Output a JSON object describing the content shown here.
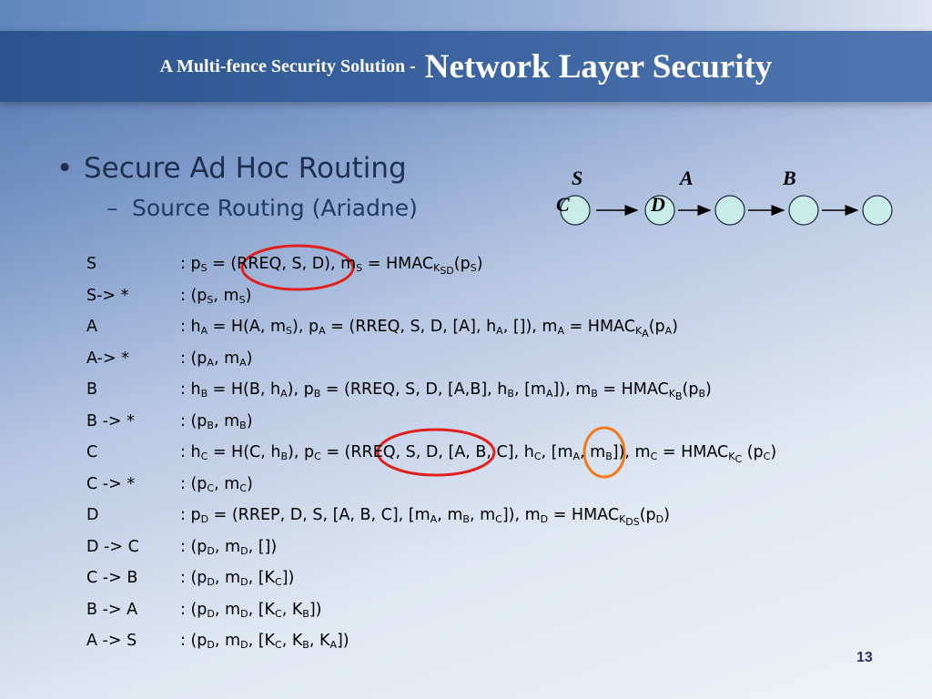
{
  "slide": {
    "title_prefix": "A Multi-fence Security Solution -",
    "title_main": "Network Layer Security",
    "bullet": "Secure Ad Hoc Routing",
    "sub_bullet": "Source Routing (Ariadne)",
    "page_number": "13"
  },
  "diagram": {
    "labels": [
      "S",
      "A",
      "B",
      "C",
      "D"
    ]
  },
  "steps": [
    {
      "label": "S",
      "expr": ": p<sub>S</sub> = (RREQ, S, D), m<sub>S</sub> = HMAC<sub>K<sub>SD</sub></sub>(p<sub>S</sub>)"
    },
    {
      "label": "S-> *",
      "expr": ": (p<sub>S</sub>, m<sub>S</sub>)"
    },
    {
      "label": "A",
      "expr": ": h<sub>A</sub> = H(A, m<sub>S</sub>), p<sub>A</sub> = (RREQ, S, D, [A], h<sub>A</sub>, []), m<sub>A</sub> = HMAC<sub>K<sub>A</sub></sub>(p<sub>A</sub>)"
    },
    {
      "label": "A-> *",
      "expr": ": (p<sub>A</sub>, m<sub>A</sub>)"
    },
    {
      "label": "B",
      "expr": ": h<sub>B</sub> = H(B, h<sub>A</sub>), p<sub>B</sub> = (RREQ, S, D, [A,B], h<sub>B</sub>, [m<sub>A</sub>]), m<sub>B</sub> = HMAC<sub>K<sub>B</sub></sub>(p<sub>B</sub>)"
    },
    {
      "label": "B -> *",
      "expr": ": (p<sub>B</sub>, m<sub>B</sub>)"
    },
    {
      "label": "C",
      "expr": ": h<sub>C</sub> = H(C, h<sub>B</sub>), p<sub>C</sub> = (RREQ, S, D, [A, B, C], h<sub>C</sub>, [m<sub>A</sub>, m<sub>B</sub>]), m<sub>C</sub> = HMAC<sub>K<sub>C</sub></sub> (p<sub>C</sub>)"
    },
    {
      "label": "C -> *",
      "expr": ": (p<sub>C</sub>, m<sub>C</sub>)"
    },
    {
      "label": "D",
      "expr": ": p<sub>D</sub> = (RREP, D, S, [A, B, C], [m<sub>A</sub>, m<sub>B</sub>, m<sub>C</sub>]), m<sub>D</sub> = HMAC<sub>K<sub>DS</sub></sub>(p<sub>D</sub>)"
    },
    {
      "label": "D -> C",
      "expr": ": (p<sub>D</sub>, m<sub>D</sub>, [])"
    },
    {
      "label": "C -> B",
      "expr": ": (p<sub>D</sub>, m<sub>D</sub>, [K<sub>C</sub>])"
    },
    {
      "label": "B -> A",
      "expr": ": (p<sub>D</sub>, m<sub>D</sub>, [K<sub>C</sub>, K<sub>B</sub>])"
    },
    {
      "label": "A -> S",
      "expr": ": (p<sub>D</sub>, m<sub>D</sub>, [K<sub>C</sub>, K<sub>B</sub>, K<sub>A</sub>])"
    }
  ],
  "colors": {
    "title_band": "#2c548f",
    "node_fill": "#c9ece8",
    "highlight_red": "#e0201c",
    "highlight_orange": "#f07a1a"
  }
}
